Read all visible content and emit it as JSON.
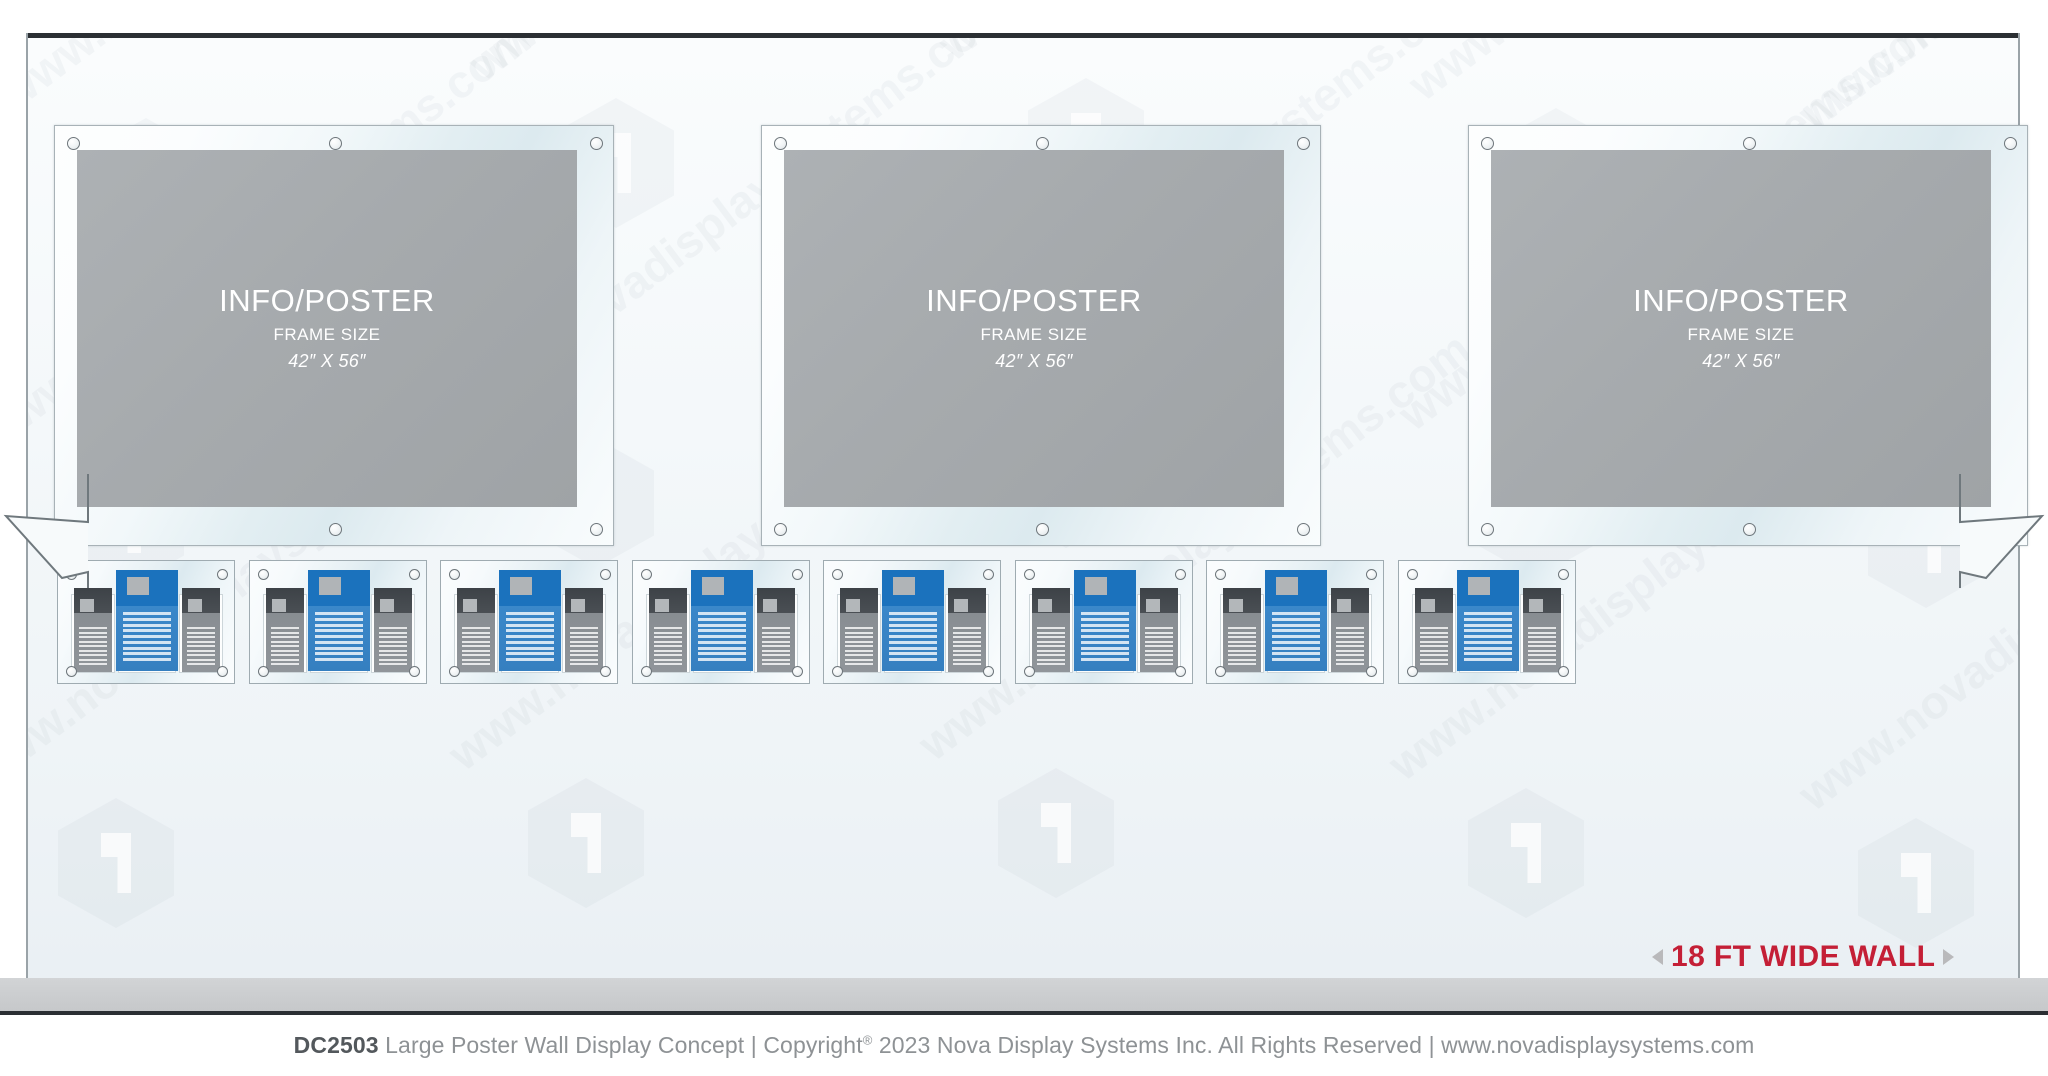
{
  "document": {
    "code": "DC2503",
    "title": "Large Poster Wall Display Concept",
    "separator": "|",
    "copyright_word": "Copyright",
    "copyright_mark": "®",
    "copyright_text": "2023 Nova Display Systems Inc. All Rights Reserved",
    "website": "www.novadisplaysystems.com"
  },
  "callout": {
    "label": "18 FT WIDE WALL",
    "left_arrow": "left-arrow-icon",
    "right_arrow": "right-arrow-icon",
    "color": "#c41f36"
  },
  "colors": {
    "poster_gray": "#a6aaad",
    "brochure_blue": "#3a87c9",
    "brochure_blue_dark": "#1b72bd",
    "brochure_gray": "#888d92",
    "brochure_gray_dark": "#444a4f",
    "frame_border": "#a8b2b7",
    "wall_background": "#f2f7f9",
    "floor_gray": "#cbcdcf",
    "accent_red": "#c41f36",
    "footer_text": "#8e9295",
    "outline_dark": "#2b2f33"
  },
  "posters": [
    {
      "id": "poster-frame-1",
      "title": "INFO/POSTER",
      "subtitle": "FRAME SIZE",
      "size": "42″ X 56″",
      "screw_count": 6
    },
    {
      "id": "poster-frame-2",
      "title": "INFO/POSTER",
      "subtitle": "FRAME SIZE",
      "size": "42″ X 56″",
      "screw_count": 6
    },
    {
      "id": "poster-frame-3",
      "title": "INFO/POSTER",
      "subtitle": "FRAME SIZE",
      "size": "42″ X 56″",
      "screw_count": 6
    }
  ],
  "brochure_panels": {
    "count": 8,
    "pockets_per_panel": 3,
    "screws_per_panel": 4,
    "pocket_layout": [
      "gray",
      "blue",
      "gray"
    ]
  },
  "watermarks": {
    "text": "www.novadisplaysystems.com",
    "logo": "nova-hex-logo"
  },
  "break_marks": {
    "left": "wall-break-left",
    "right": "wall-break-right"
  }
}
